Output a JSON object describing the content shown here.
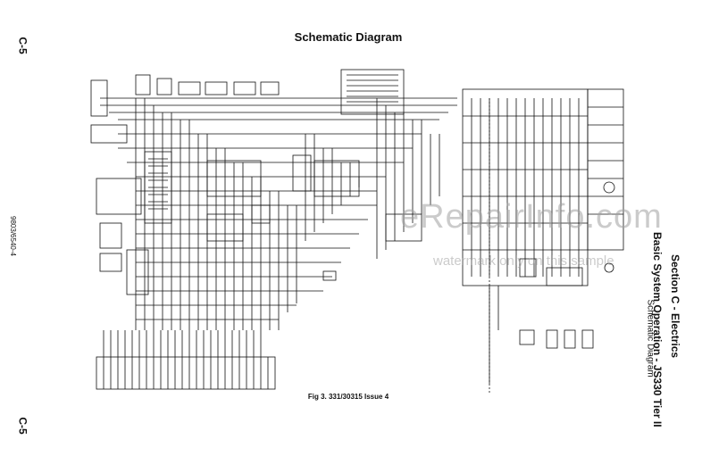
{
  "header": {
    "title": "Schematic Diagram",
    "page_code_top": "C-5",
    "page_code_bottom": "C-5",
    "document_number": "9803/6540-4"
  },
  "side_titles": {
    "section": "Section C - Electrics",
    "system": "Basic System Operation - JS330 Tier II",
    "subtitle": "Schematic Diagram"
  },
  "figure": {
    "caption": "Fig 3. 331/30315 Issue 4"
  },
  "watermark": {
    "main": "eRepairInfo.com",
    "sub": "watermark only on this sample"
  },
  "colors": {
    "ink": "#111111",
    "paper": "#ffffff",
    "watermark": "#a0a0a0"
  }
}
